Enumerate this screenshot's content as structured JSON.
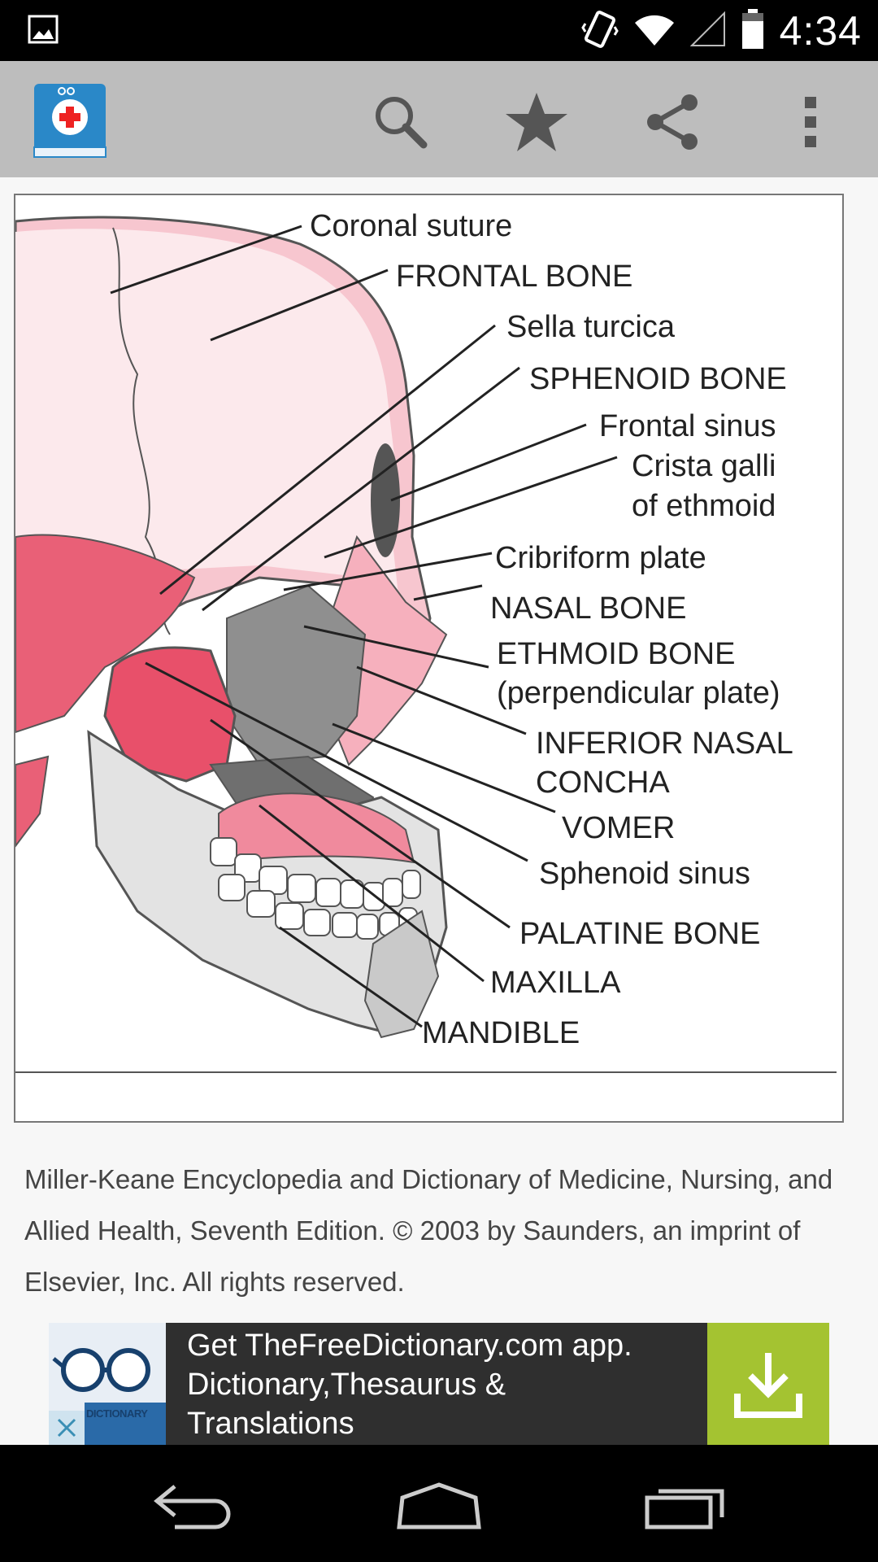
{
  "status_bar": {
    "time": "4:34",
    "icons": [
      "image-notification-icon",
      "vibrate-icon",
      "wifi-icon",
      "cell-signal-icon",
      "battery-icon"
    ]
  },
  "action_bar": {
    "app_icon": "medical-dictionary-app-icon",
    "actions": [
      "search-icon",
      "star-icon",
      "share-icon",
      "overflow-menu-icon"
    ]
  },
  "figure": {
    "labels": {
      "coronal_suture": "Coronal suture",
      "frontal_bone": "FRONTAL BONE",
      "sella_turcica": "Sella turcica",
      "sphenoid_bone": "SPHENOID BONE",
      "frontal_sinus": "Frontal sinus",
      "crista_galli_1": "Crista galli",
      "crista_galli_2": "of ethmoid",
      "cribriform_plate": "Cribriform plate",
      "nasal_bone": "NASAL BONE",
      "ethmoid_bone_1": "ETHMOID BONE",
      "ethmoid_bone_2": "(perpendicular plate)",
      "inferior_nasal_1": "INFERIOR NASAL",
      "inferior_nasal_2": "CONCHA",
      "vomer": "VOMER",
      "sphenoid_sinus": "Sphenoid sinus",
      "palatine_bone": "PALATINE BONE",
      "maxilla": "MAXILLA",
      "mandible": "MANDIBLE"
    }
  },
  "caption": "Miller-Keane Encyclopedia and Dictionary of Medicine, Nursing, and Allied Health, Seventh Edition. © 2003 by Saunders, an imprint of Elsevier, Inc. All rights reserved.",
  "ad": {
    "thumb_label": "DICTIONARY",
    "line1": "Get TheFreeDictionary.com app.",
    "line2": "Dictionary,Thesaurus &",
    "line3": "Translations",
    "colors": {
      "background": "#2f2f2f",
      "download": "#a4c331"
    }
  },
  "nav_bar": {
    "buttons": [
      "back-icon",
      "home-icon",
      "recent-apps-icon"
    ]
  }
}
